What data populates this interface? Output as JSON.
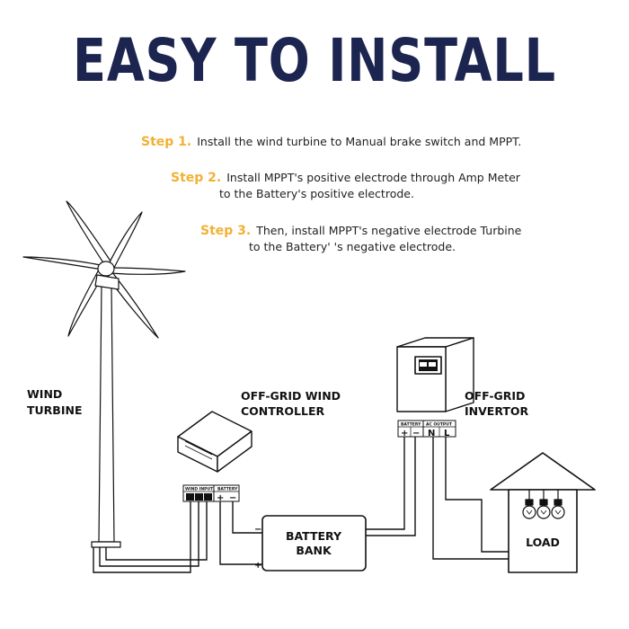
{
  "title": "EASY TO INSTALL",
  "steps": [
    {
      "label": "Step 1.",
      "line1": "Install the wind turbine to Manual brake switch and MPPT.",
      "line2": ""
    },
    {
      "label": "Step 2.",
      "line1": "Install MPPT's positive electrode through Amp Meter",
      "line2": "to the Battery's positive electrode."
    },
    {
      "label": "Step 3.",
      "line1": "Then, install MPPT's negative electrode Turbine",
      "line2": "to the Battery' 's negative electrode."
    }
  ],
  "components": {
    "wind_turbine": {
      "line1": "WIND",
      "line2": "TURBINE"
    },
    "controller": {
      "line1": "OFF-GRID WIND",
      "line2": "CONTROLLER",
      "term_wind_input": "WIND INPUT",
      "term_battery": "BATTERY",
      "plus": "+",
      "minus": "−"
    },
    "inverter": {
      "line1": "OFF-GRID",
      "line2": "INVERTOR",
      "term_battery": "BATTERY",
      "term_ac_output": "AC OUTPUT",
      "plus": "+",
      "minus": "−",
      "n": "N",
      "l": "L"
    },
    "battery": {
      "line1": "BATTERY",
      "line2": "BANK",
      "minus": "−",
      "plus": "+"
    },
    "load": {
      "label": "LOAD"
    }
  },
  "colors": {
    "title": "#1c2450",
    "step_label": "#f2b134",
    "line": "#111111"
  }
}
